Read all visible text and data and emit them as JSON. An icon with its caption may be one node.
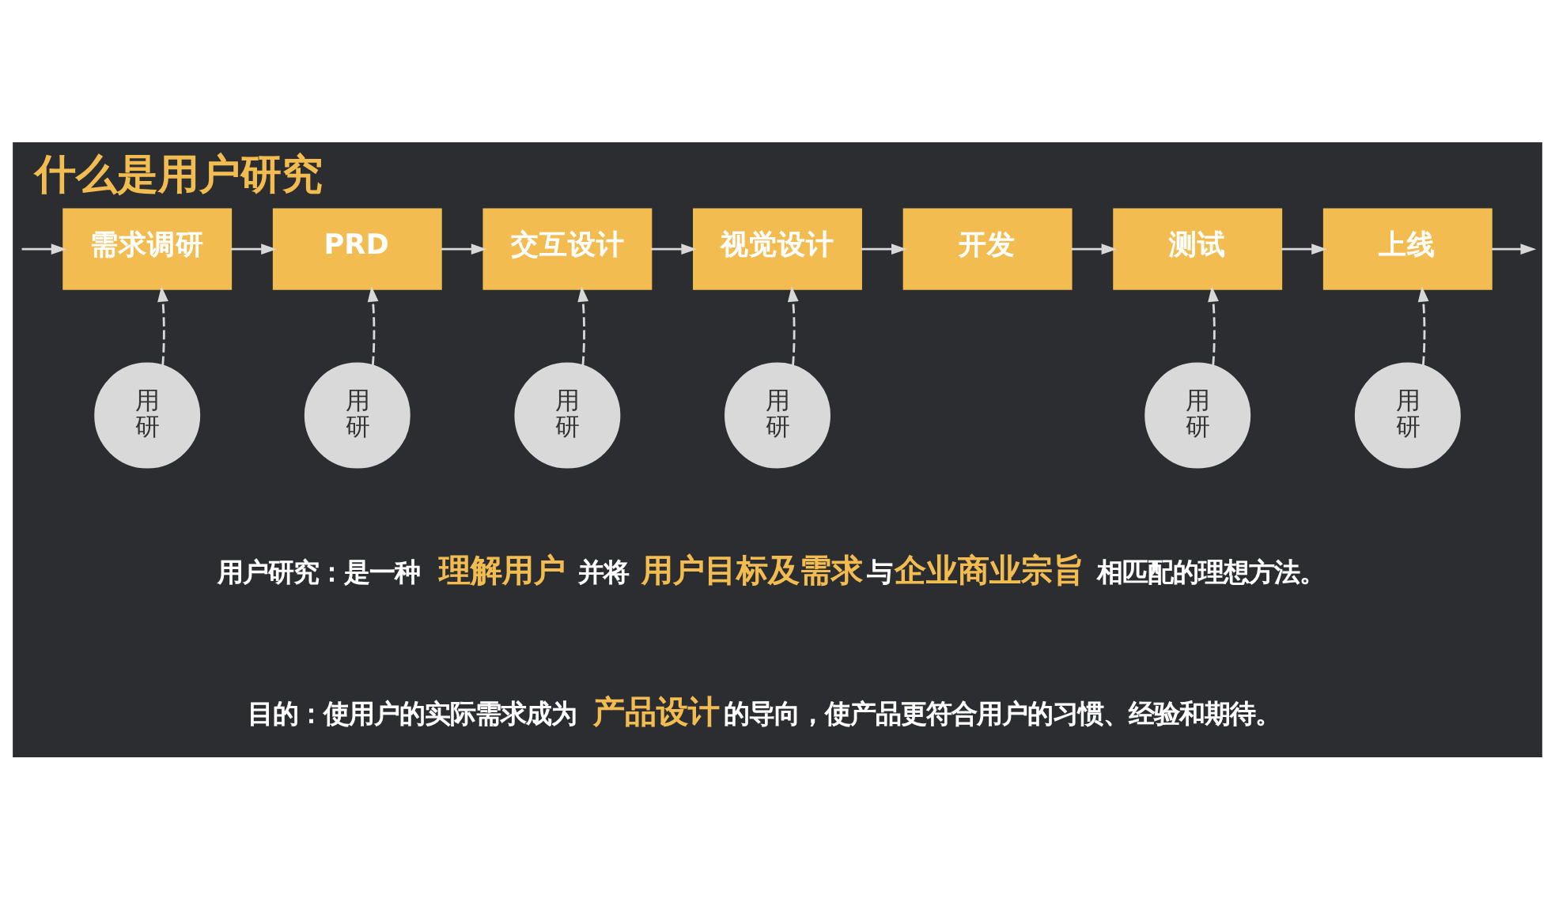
{
  "diagram": {
    "title": "什么是用户研究",
    "nodes": [
      {
        "text": [
          "需求调研"
        ]
      },
      {
        "text": [
          "PRD"
        ]
      },
      {
        "text": [
          "交互设计"
        ]
      },
      {
        "text": [
          "视觉设计"
        ]
      },
      {
        "text": [
          "开发"
        ]
      },
      {
        "text": [
          "测试"
        ]
      },
      {
        "text": [
          "上线"
        ]
      },
      {
        "text": [
          "用研"
        ]
      },
      {
        "text": [
          "用研"
        ]
      },
      {
        "text": [
          "用研"
        ]
      },
      {
        "text": [
          "用研"
        ]
      },
      {
        "text": [
          "用研"
        ]
      },
      {
        "text": [
          "用研"
        ]
      }
    ],
    "edges": [
      {
        "from": null,
        "to": 0,
        "arrow": "to"
      },
      {
        "from": 0,
        "to": 1,
        "arrow": "to"
      },
      {
        "from": 1,
        "to": 2,
        "arrow": "to"
      },
      {
        "from": 2,
        "to": 3,
        "arrow": "to"
      },
      {
        "from": 3,
        "to": 4,
        "arrow": "to"
      },
      {
        "from": 4,
        "to": 5,
        "arrow": "to"
      },
      {
        "from": 5,
        "to": 6,
        "arrow": "to"
      },
      {
        "from": 6,
        "to": null,
        "arrow": "to"
      },
      {
        "from": 7,
        "to": 0,
        "arrow": "to",
        "style": "dashed"
      },
      {
        "from": 8,
        "to": 1,
        "arrow": "to",
        "style": "dashed"
      },
      {
        "from": 9,
        "to": 2,
        "arrow": "to",
        "style": "dashed"
      },
      {
        "from": 10,
        "to": 3,
        "arrow": "to",
        "style": "dashed"
      },
      {
        "from": 11,
        "to": 5,
        "arrow": "to",
        "style": "dashed"
      },
      {
        "from": 12,
        "to": 6,
        "arrow": "to",
        "style": "dashed"
      }
    ],
    "labels": [
      "用户研究：是一种 **理解用户** 并将 **用户目标及需求**与**企业商业宗旨** 相匹配的理想方法。",
      "目的：使用户的实际需求成为**产品设计**的导向，使产品更符合用户的习惯、经验和期待。"
    ]
  }
}
